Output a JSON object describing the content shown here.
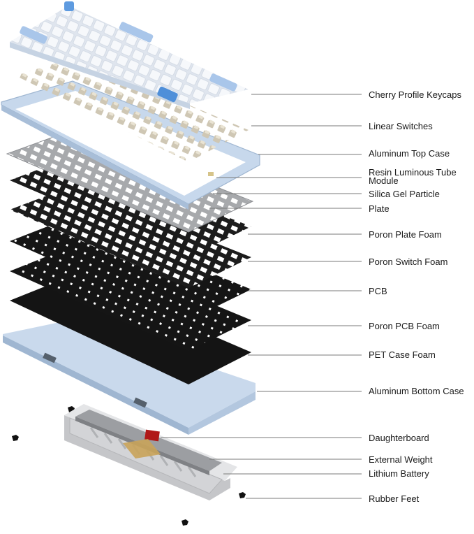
{
  "labels": [
    {
      "id": "keycaps",
      "text": "Cherry Profile Keycaps"
    },
    {
      "id": "switches",
      "text": "Linear Switches"
    },
    {
      "id": "top_case",
      "text": "Aluminum Top Case"
    },
    {
      "id": "resin_tube_line1",
      "text": "Resin Luminous Tube"
    },
    {
      "id": "resin_tube_line2",
      "text": "Module"
    },
    {
      "id": "silica_gel",
      "text": "Silica Gel Particle"
    },
    {
      "id": "plate",
      "text": "Plate"
    },
    {
      "id": "poron_plate_foam",
      "text": "Poron Plate Foam"
    },
    {
      "id": "poron_switch_foam",
      "text": "Poron Switch Foam"
    },
    {
      "id": "pcb",
      "text": "PCB"
    },
    {
      "id": "poron_pcb_foam",
      "text": "Poron PCB Foam"
    },
    {
      "id": "pet_case_foam",
      "text": "PET Case Foam"
    },
    {
      "id": "bottom_case",
      "text": "Aluminum Bottom Case"
    },
    {
      "id": "daughterboard",
      "text": "Daughterboard"
    },
    {
      "id": "external_weight",
      "text": "External Weight"
    },
    {
      "id": "lithium_battery",
      "text": "Lithium Battery"
    },
    {
      "id": "rubber_feet",
      "text": "Rubber Feet"
    }
  ],
  "colors": {
    "case_blue": "#c9d9ec",
    "case_blue_dark": "#9fb6d1",
    "key_white": "#f2f4f7",
    "key_blue": "#a9c6ea",
    "plate_gray": "#a7a9ac",
    "foam_black": "#141414",
    "weight_silver": "#d7d8da",
    "leader_line": "#7a7a7a"
  }
}
